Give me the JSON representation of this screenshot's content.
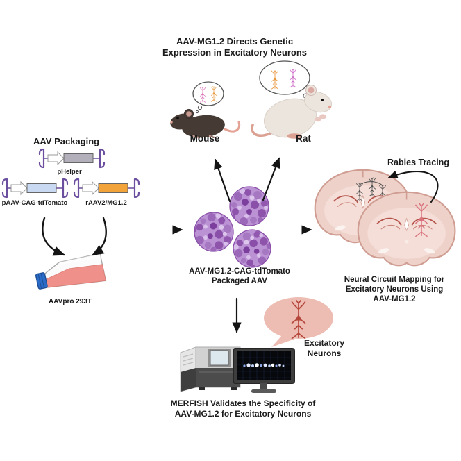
{
  "header": {
    "title": "AAV-MG1.2 Directs Genetic\nExpression in Excitatory Neurons"
  },
  "animals": {
    "mouse_label": "Mouse",
    "rat_label": "Rat"
  },
  "packaging": {
    "section_title": "AAV Packaging",
    "plasmids": [
      {
        "label": "pHelper",
        "insert_color": "#b3b0bc"
      },
      {
        "label": "pAAV-CAG-tdTomato",
        "insert_color": "#c9d9f2"
      },
      {
        "label": "rAAV2/MG1.2",
        "insert_color": "#f2a33a"
      }
    ],
    "cell_flask_label": "AAVpro 293T"
  },
  "virus": {
    "caption": "AAV-MG1.2-CAG-tdTomato\nPackaged AAV"
  },
  "circuit_mapping": {
    "rabies_label": "Rabies Tracing",
    "caption": "Neural Circuit Mapping for\nExcitatory Neurons Using\nAAV-MG1.2"
  },
  "merfish": {
    "bubble_label": "Excitatory\nNeurons",
    "caption": "MERFISH Validates the Specificity of\nAAV-MG1.2 for Excitatory Neurons"
  },
  "colors": {
    "itr_purple": "#6b4e9e",
    "capsid_base": "#bb93d4",
    "excitatory_neuron_red": "#b5463c",
    "traced_neuron_gray": "#4f4f4f",
    "traced_neuron_pink": "#d9707b",
    "bubble_pink": "#edbdb3",
    "arrow": "#1a1a1a"
  }
}
